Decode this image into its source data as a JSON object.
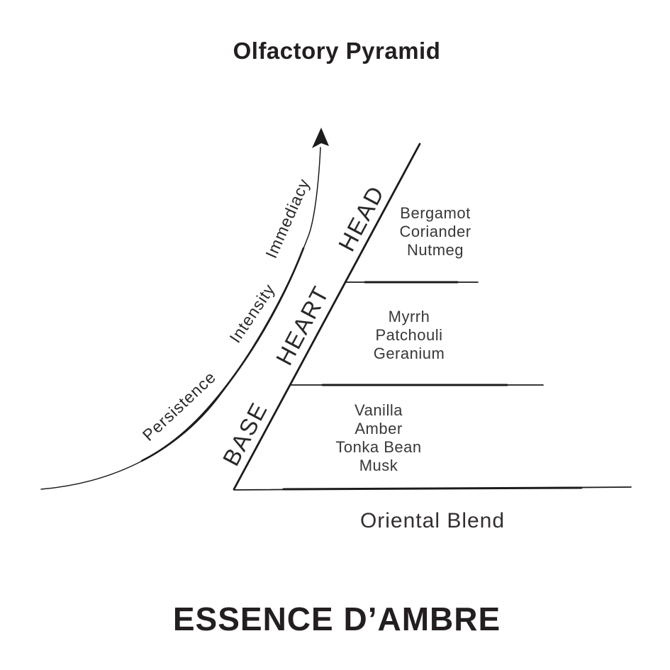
{
  "title": "Olfactory Pyramid",
  "product_name": "ESSENCE D’AMBRE",
  "blend_label": "Oriental Blend",
  "axis_labels": {
    "bottom": "Persistence",
    "middle": "Intensity",
    "top": "Immediacy"
  },
  "pyramid": {
    "tiers": [
      {
        "level": "HEAD",
        "notes": [
          "Bergamot",
          "Coriander",
          "Nutmeg"
        ]
      },
      {
        "level": "HEART",
        "notes": [
          "Myrrh",
          "Patchouli",
          "Geranium"
        ]
      },
      {
        "level": "BASE",
        "notes": [
          "Vanilla",
          "Amber",
          "Tonka Bean",
          "Musk"
        ]
      }
    ]
  },
  "colors": {
    "ink": "#1c1c1c",
    "title_ink": "#231f20",
    "background": "#ffffff"
  }
}
